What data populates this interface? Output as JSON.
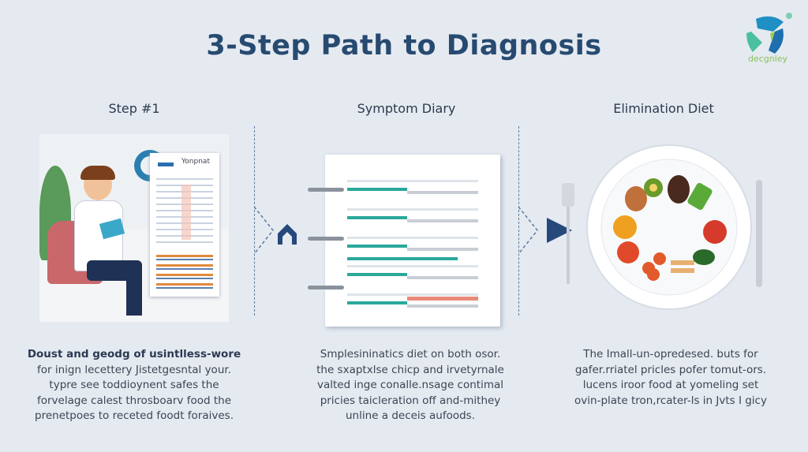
{
  "title": "3-Step Path to Diagnosis",
  "logo": {
    "text": "decgnley",
    "colors": [
      "#1f8fc4",
      "#4bbf9e",
      "#9cc95a"
    ]
  },
  "steps": [
    {
      "heading": "Step #1",
      "illustration_label": "Yonpnat",
      "lines": [
        "Doust and geodg of usintlless-wore",
        "for inign lecettery Jistetgesntal your.",
        "typre see toddioynent safes the",
        "forvelage calest throsboarv food the",
        "prenetpoes to receted foodt foraives."
      ]
    },
    {
      "heading": "Symptom Diary",
      "lines": [
        "Smplesininatics diet on both osor.",
        "the sxaptxlse chicp and irvetyrnale",
        "valted inge conalle.nsage contimal",
        "pricies taicleration off and-mithey",
        "unline a deceis aufoods."
      ]
    },
    {
      "heading": "Elimination Diet",
      "lines": [
        "The Imall-un-opredesed. buts for",
        "gafer.rriatel pricles pofer tomut-ors.",
        "lucens iroor food at yomeling set",
        "ovin-plate tron,rcater-ls in Jvts I gicy"
      ]
    }
  ],
  "colors": {
    "title": "#274a70",
    "accent": "#2aa89a",
    "navy": "#26487a",
    "background": "#e5eaf1"
  }
}
